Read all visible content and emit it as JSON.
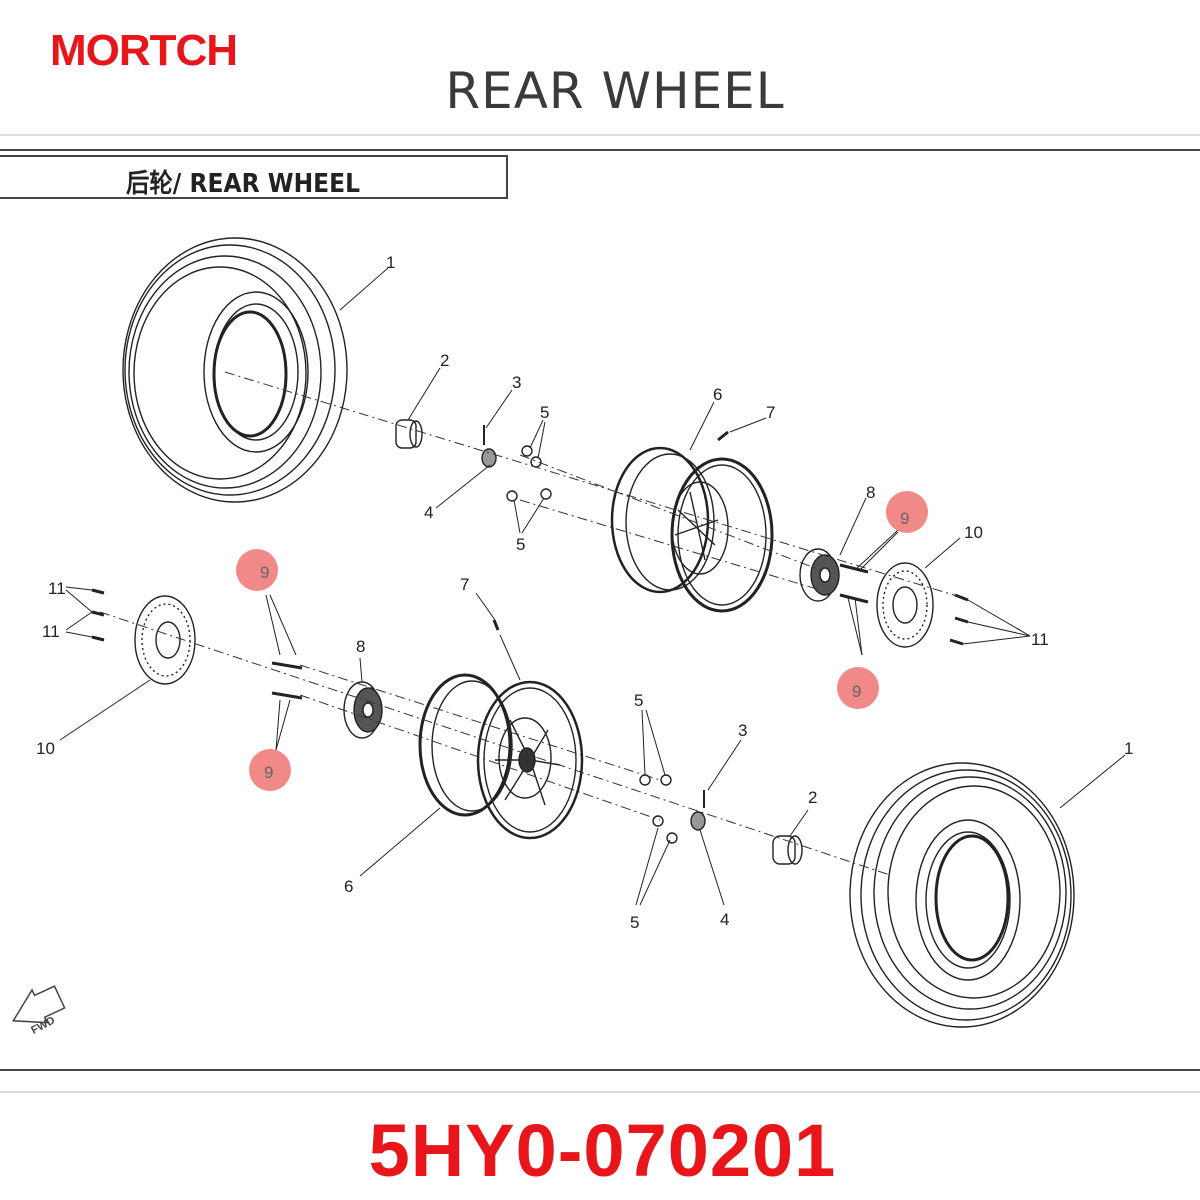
{
  "header": {
    "brand": "MORTCH",
    "title": "REAR WHEEL"
  },
  "diagram": {
    "box_title": "后轮/ REAR WHEEL",
    "fwd_label": "FWD",
    "callouts": {
      "c1": "1",
      "c2": "2",
      "c3": "3",
      "c4": "4",
      "c5": "5",
      "c6": "6",
      "c7": "7",
      "c8": "8",
      "c9": "9",
      "c10": "10",
      "c11": "11"
    }
  },
  "footer": {
    "part_number": "5HY0-070201"
  },
  "colors": {
    "brand": "#e8161b",
    "highlight": "#ee7474",
    "line": "#222222"
  }
}
